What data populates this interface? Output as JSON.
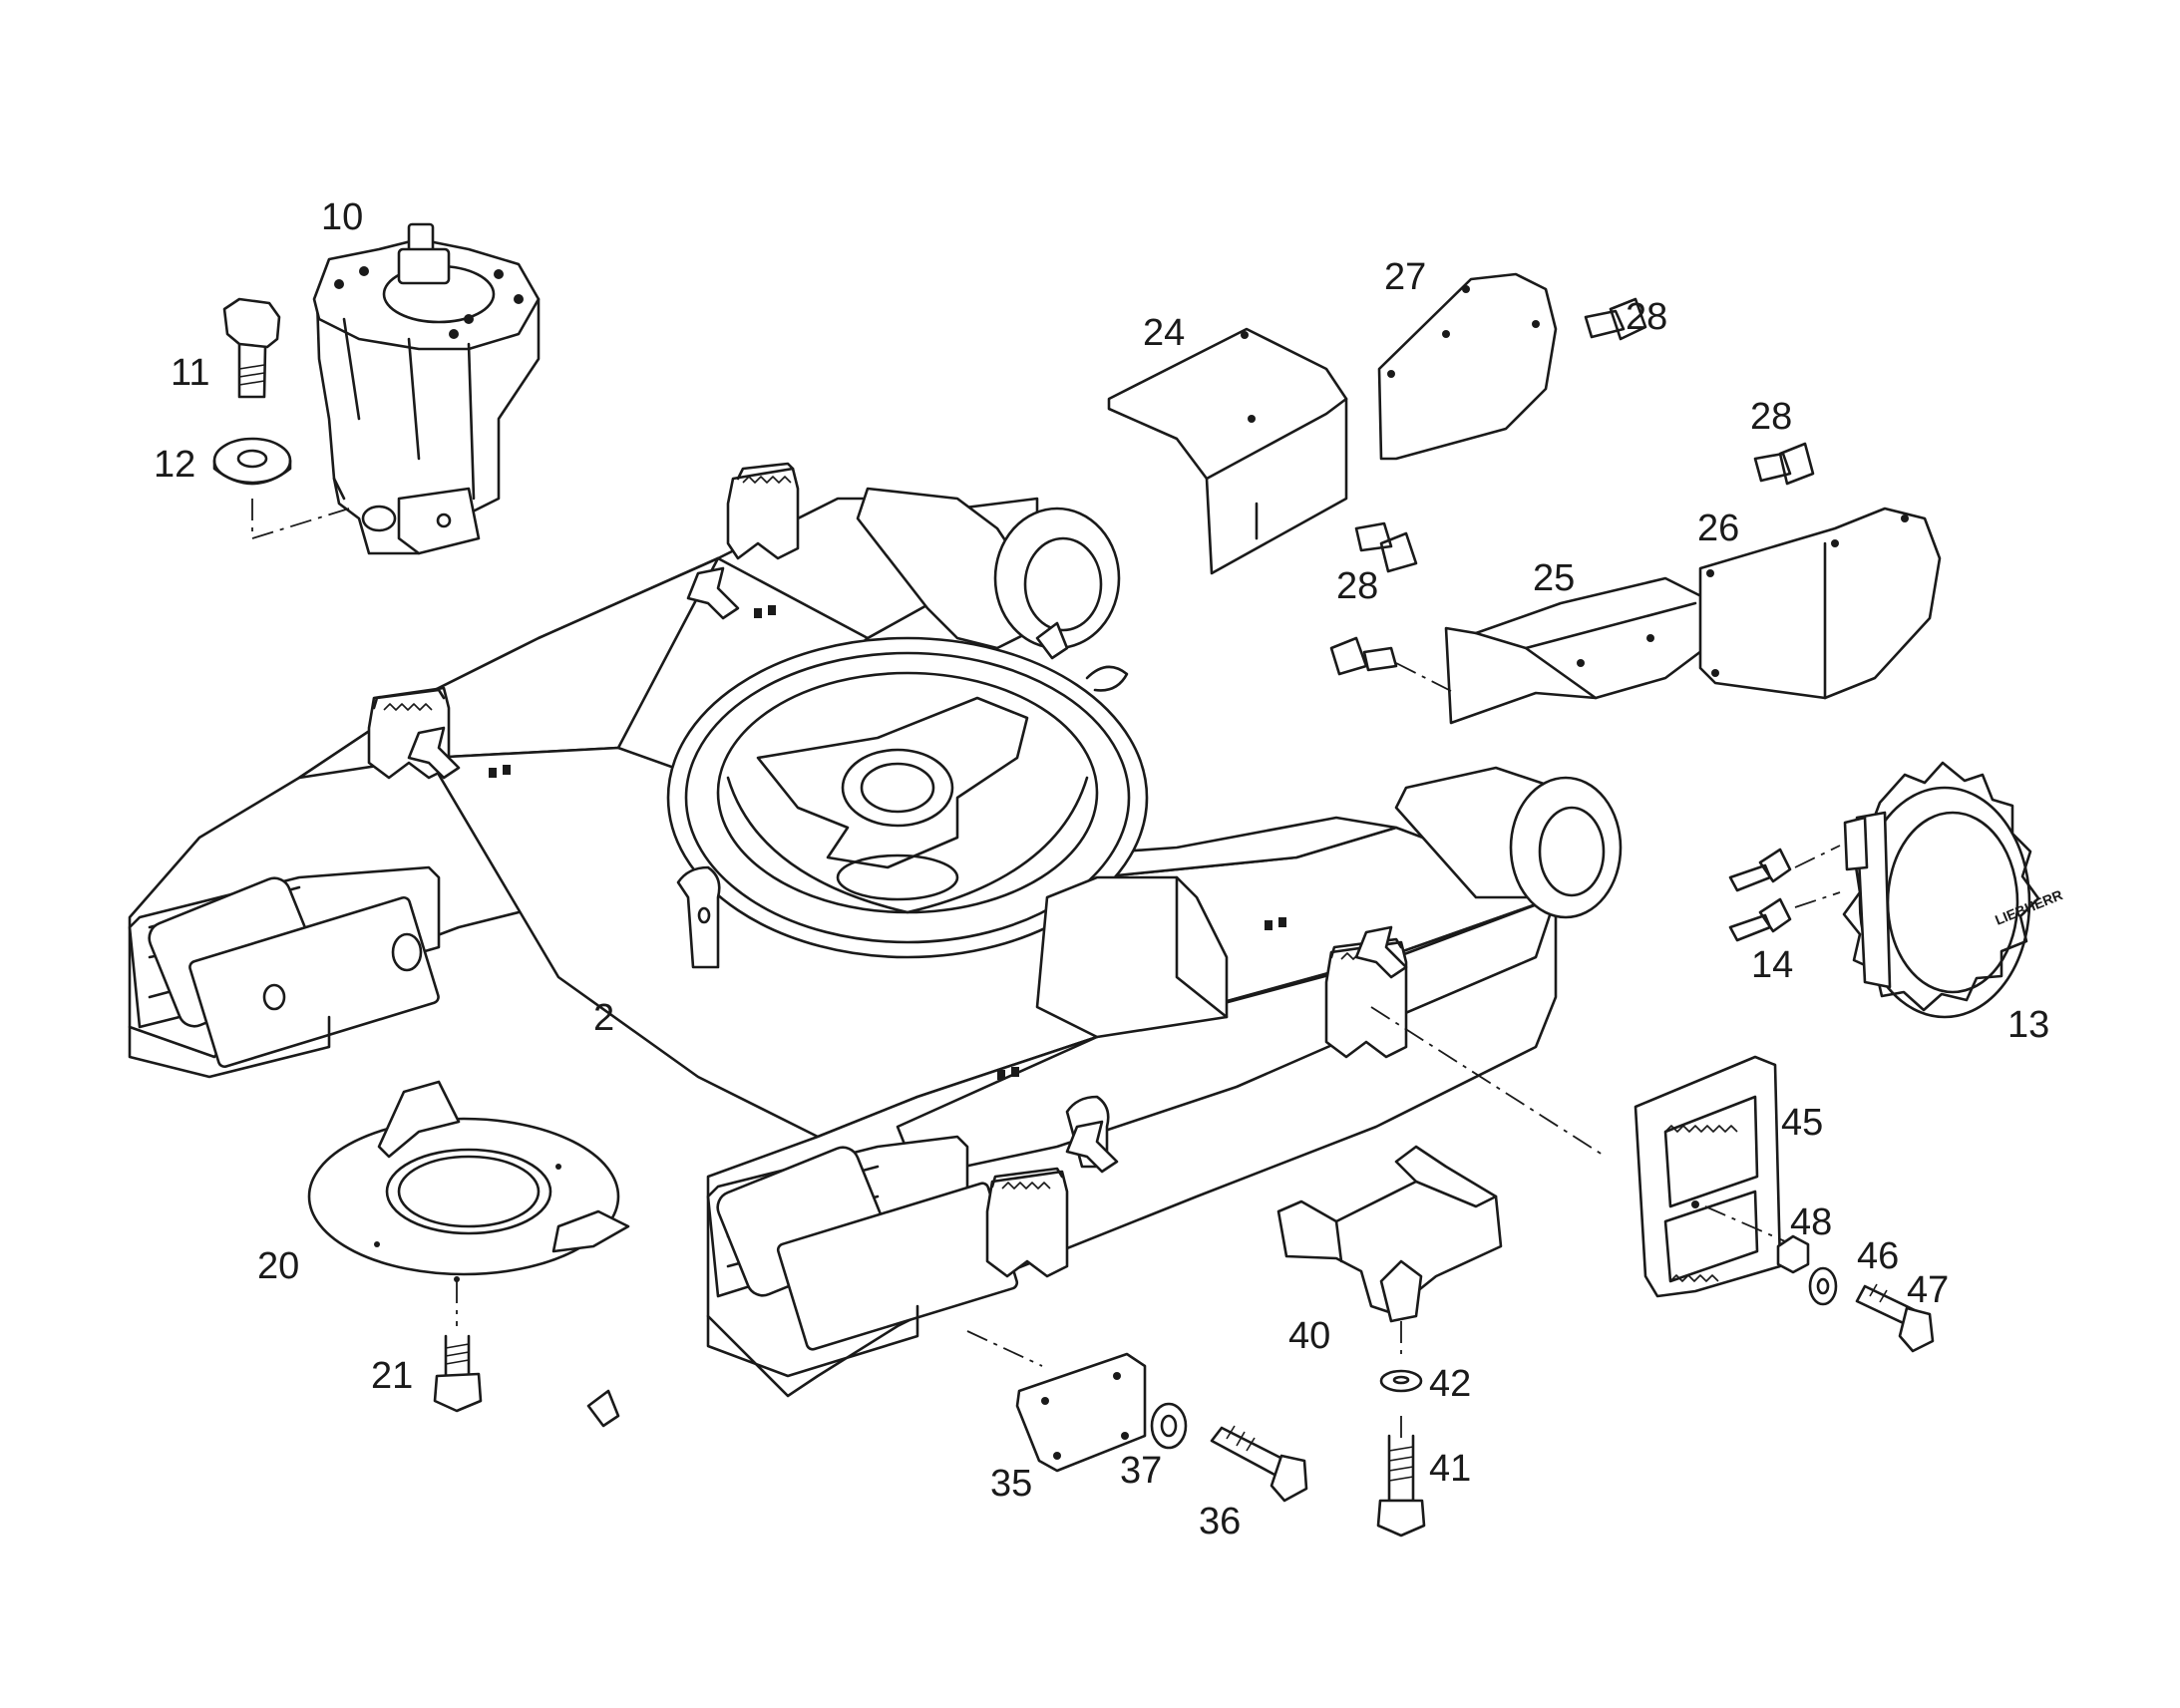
{
  "brand_text": "LIEBHERR",
  "callouts": {
    "c2": "2",
    "c10": "10",
    "c11": "11",
    "c12": "12",
    "c13": "13",
    "c14": "14",
    "c20": "20",
    "c21": "21",
    "c24": "24",
    "c25": "25",
    "c26": "26",
    "c27": "27",
    "c28a": "28",
    "c28b": "28",
    "c28c": "28",
    "c35": "35",
    "c36": "36",
    "c37": "37",
    "c40": "40",
    "c41": "41",
    "c42": "42",
    "c45": "45",
    "c46": "46",
    "c47": "47",
    "c48": "48"
  }
}
